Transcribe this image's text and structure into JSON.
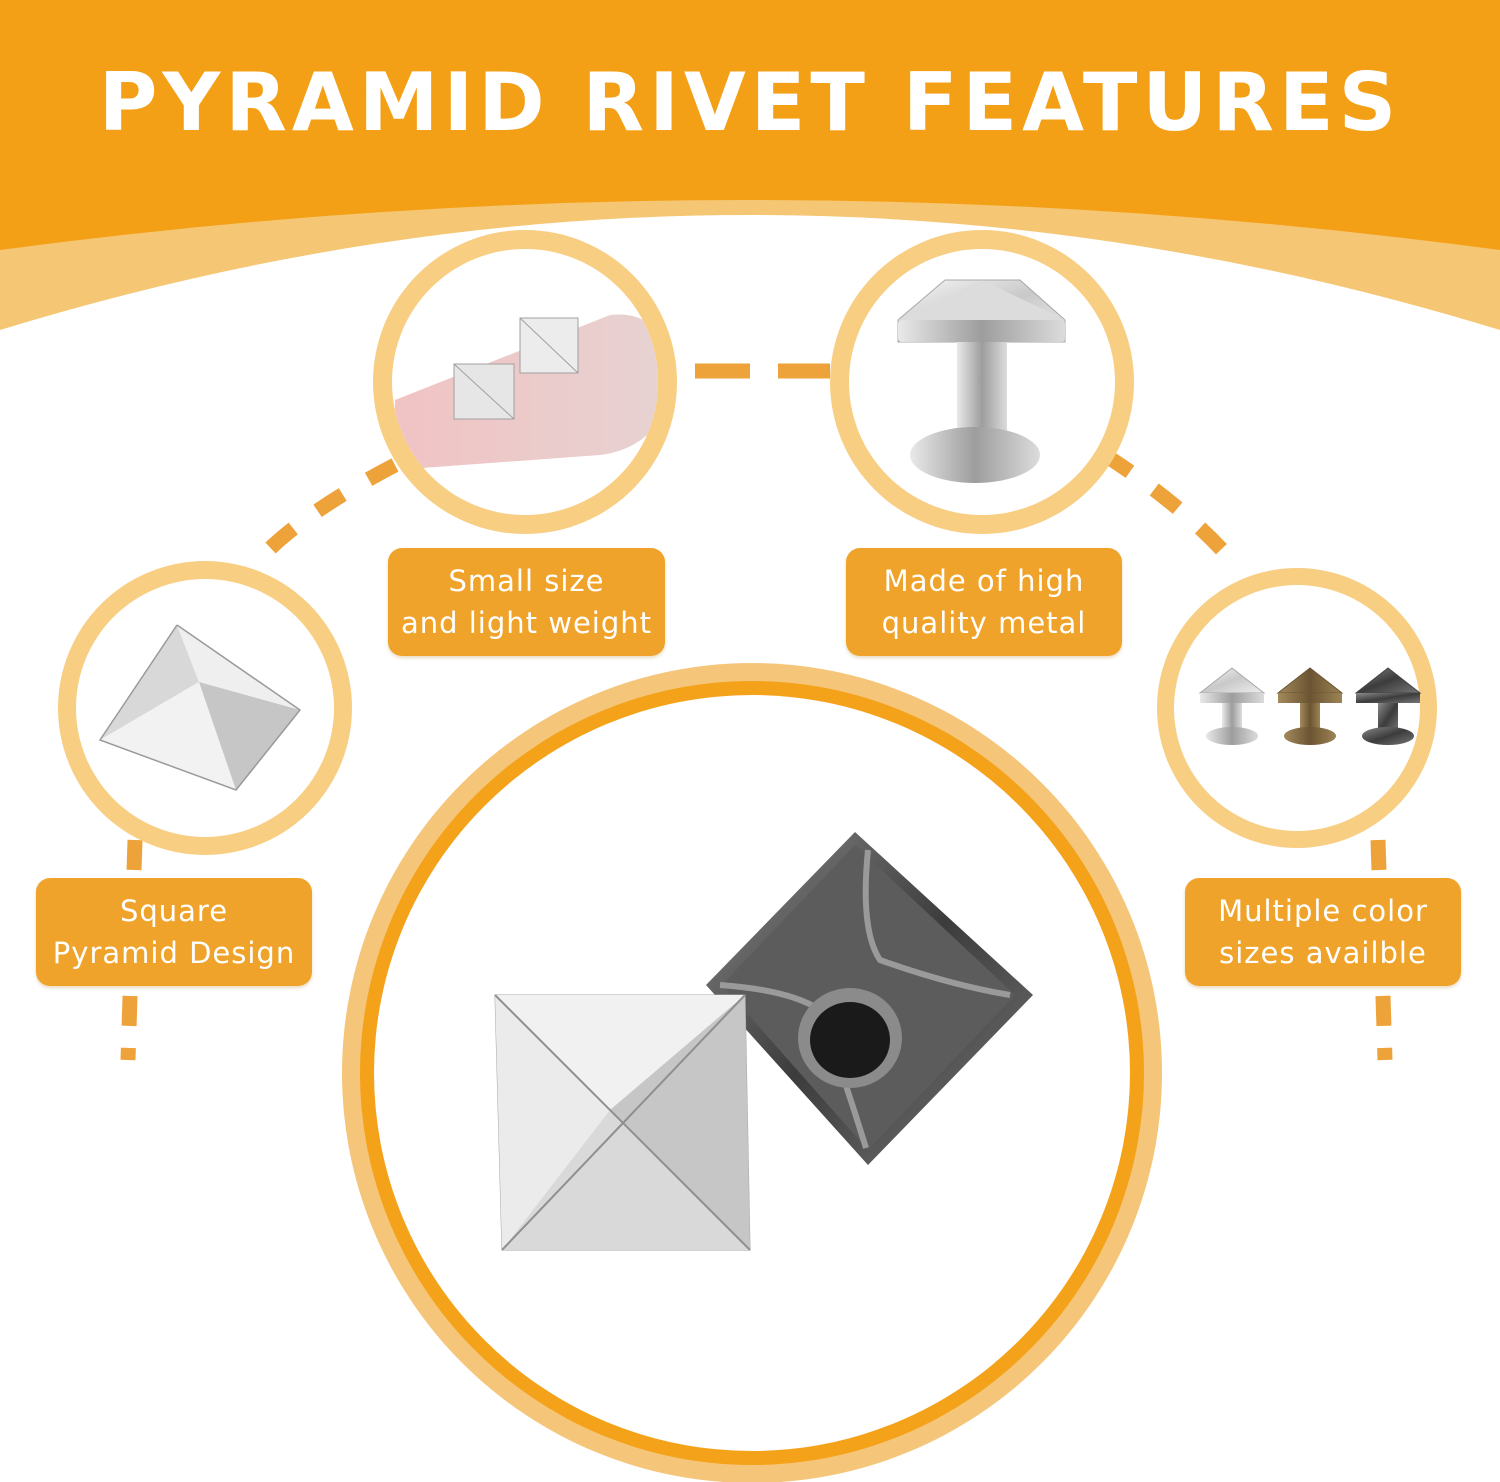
{
  "title": "PYRAMID RIVET FEATURES",
  "colors": {
    "banner": "#f4a016",
    "banner_light": "#f5c673",
    "ring": "#f7c978",
    "big_ring": "#f5a623",
    "dash": "#eea33a",
    "label_bg": "#f0a32a",
    "label_text": "#ffffff"
  },
  "features": [
    {
      "line1": "Square",
      "line2": "Pyramid Design",
      "icon": "square-pyramid-stud-icon"
    },
    {
      "line1": "Small size",
      "line2": "and light weight",
      "icon": "studs-on-finger-icon"
    },
    {
      "line1": "Made of high",
      "line2": "quality metal",
      "icon": "mushroom-rivet-icon"
    },
    {
      "line1": "Multiple color",
      "line2": "sizes availble",
      "icon": "three-color-rivets-icon"
    }
  ],
  "rivet_colors": [
    "silver",
    "bronze",
    "gunmetal"
  ],
  "main_image": "pyramid-rivet-front-and-back"
}
